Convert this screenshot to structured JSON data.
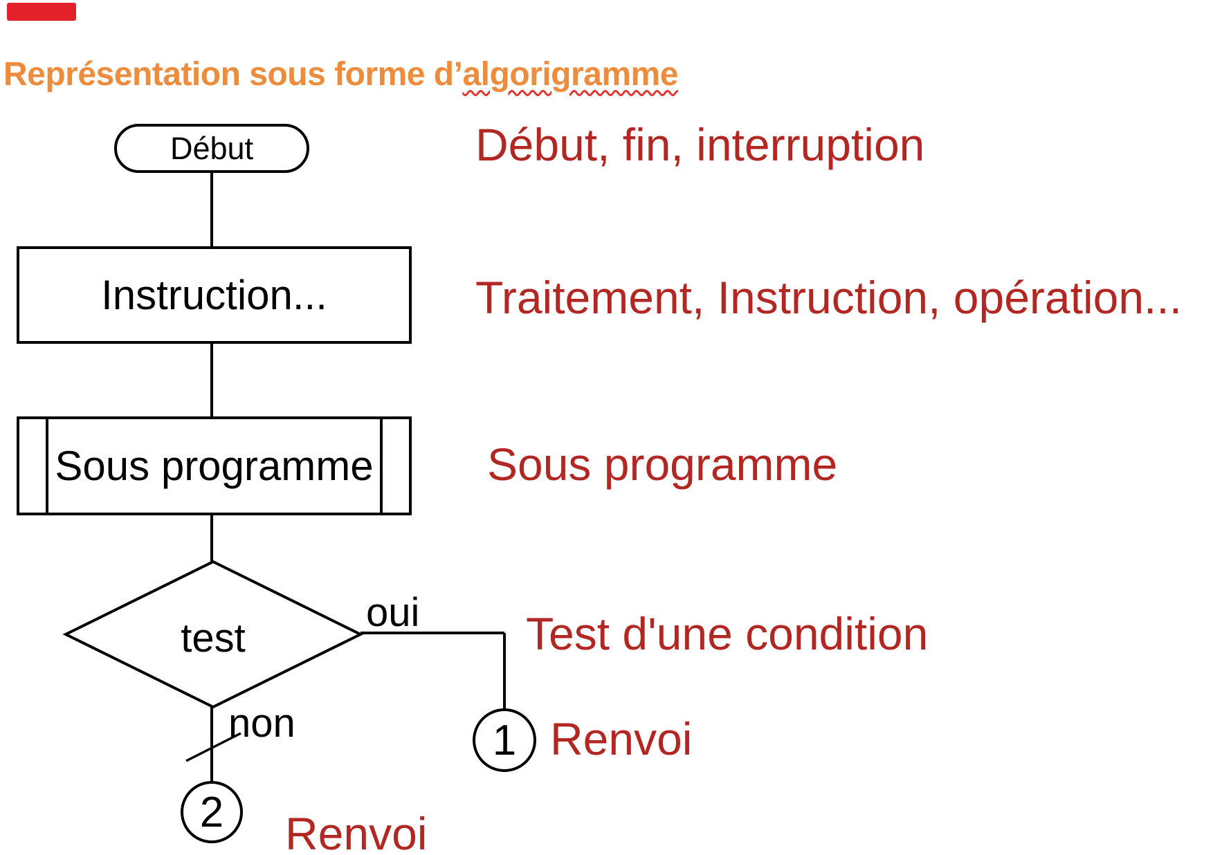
{
  "title": {
    "prefix": "Représentation sous forme d’",
    "word_underlined": "algorigramme"
  },
  "colors": {
    "title_orange": "#ed8c3c",
    "legend_red": "#b22722",
    "squiggle_red": "#e0362e",
    "corner_flag_red": "#e3212a",
    "flowchart_black": "#000000"
  },
  "flowchart": {
    "start_label": "Début",
    "process_label": "Instruction...",
    "subprogram_label": "Sous programme",
    "decision_label": "test",
    "branch_yes_label": "oui",
    "branch_no_label": "non",
    "connector_1_label": "1",
    "connector_2_label": "2"
  },
  "legend": {
    "terminator": "Début, fin, interruption",
    "process": "Traitement, Instruction, opération...",
    "subprogram": "Sous programme",
    "decision": "Test d'une condition",
    "connector_1": "Renvoi",
    "connector_2": "Renvoi"
  }
}
